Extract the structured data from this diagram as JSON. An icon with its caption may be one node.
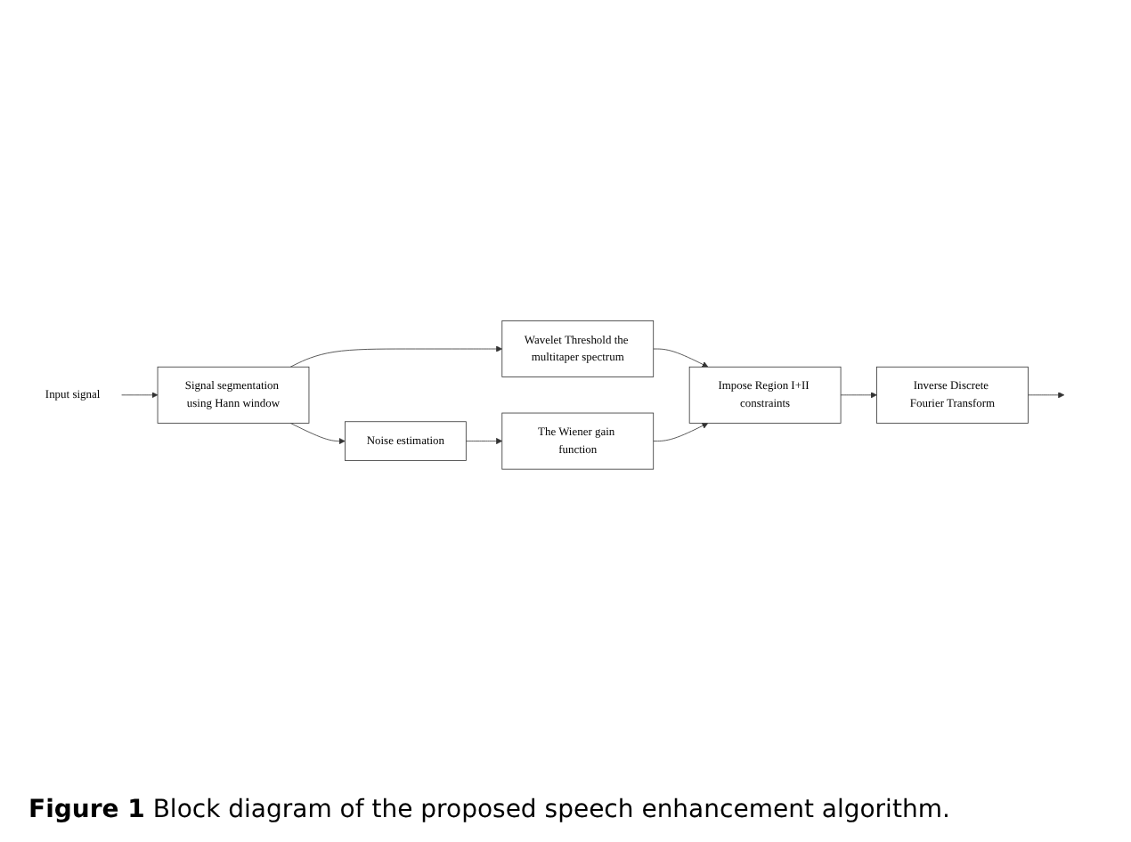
{
  "diagram": {
    "caption": "**Figure 1** Block diagram of the proposed speech enhancement algorithm.",
    "nodes": [
      {
        "text": [
          "Input signal"
        ]
      },
      {
        "text": [
          "Signal segmentation using Hann window"
        ]
      },
      {
        "text": [
          "Wavelet Threshold the multitaper spectrum"
        ]
      },
      {
        "text": [
          "Impose Region I+II constraints"
        ]
      },
      {
        "text": [
          "Inverse Discrete Fourier Transform"
        ]
      },
      {
        "text": [
          "Noise estimation"
        ]
      },
      {
        "text": [
          "The Wiener gain function"
        ]
      }
    ],
    "edges": [
      {
        "from": 0,
        "to": 1,
        "arrow": "to"
      },
      {
        "from": 1,
        "to": 2,
        "arrow": "to"
      },
      {
        "from": 2,
        "to": 3,
        "arrow": "to"
      },
      {
        "from": 1,
        "to": 5,
        "arrow": "to"
      },
      {
        "from": 5,
        "to": 6,
        "arrow": "to"
      },
      {
        "from": 6,
        "to": 3,
        "arrow": "to"
      },
      {
        "from": 3,
        "to": 4,
        "arrow": "to"
      },
      {
        "from": 4,
        "to": null,
        "arrow": "to"
      }
    ]
  }
}
